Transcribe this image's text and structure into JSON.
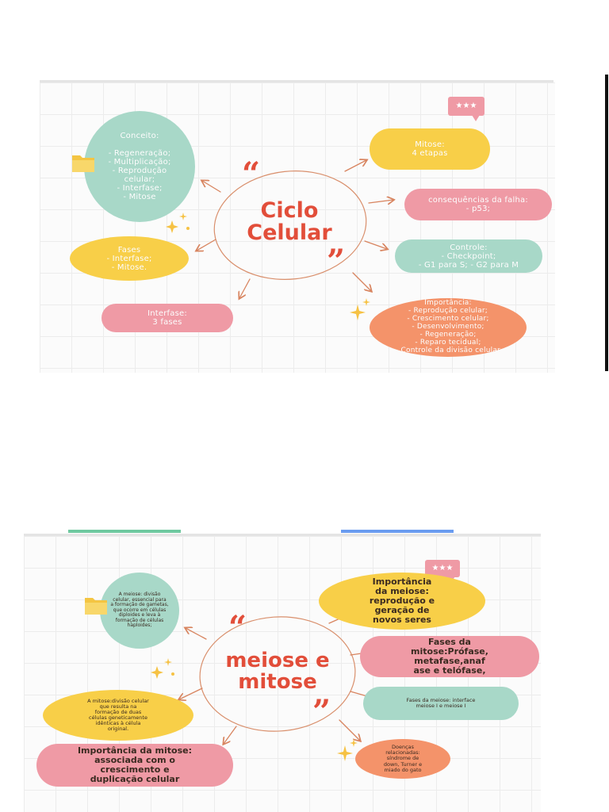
{
  "colors": {
    "mint": "#a8d8c8",
    "yellow": "#f8cf48",
    "pink": "#ef9aa5",
    "coral": "#f4936a",
    "title_red": "#e24e3a",
    "arrow": "#d8845f",
    "sparkle": "#f6c244",
    "tab_green": "#6fc9a0",
    "tab_blue": "#6a9cf0"
  },
  "panel1": {
    "title": "Ciclo\nCelular",
    "open_quote": "“",
    "close_quote": "”",
    "rating_icon": "★★★",
    "nodes": {
      "conceito": "Conceito:\n\n- Regeneração;\n- Multiplicação;\n- Reprodução\ncelular;\n- Interfase;\n- Mitose",
      "fases": "Fases\n- Interfase;\n- Mitose.",
      "interfase": "Interfase:\n3 fases",
      "mitose": "Mitose:\n4 etapas",
      "consequencias": "consequências da falha:\n- p53;",
      "controle": "Controle:\n- Checkpoint;\n- G1 para S; - G2 para M",
      "importancia": "Importância:\n- Reprodução celular;\n- Crescimento celular;\n- Desenvolvimento;\n- Regeneração;\n- Reparo tecidual;\n- Controle da divisão celular"
    }
  },
  "panel2": {
    "title": "meiose e\nmitose",
    "open_quote": "“",
    "close_quote": "”",
    "rating_icon": "★★★",
    "nodes": {
      "meiose_def": "A meiose: divisão\ncelular, essencial para\na formação de gametas,\nque ocorre em células\ndiploides e leva à\nformação de células\nhaploides;",
      "mitose_def": "A mitose:divisão celular\nque resulta na\nformação de duas\ncélulas geneticamente\nidênticas à célula\noriginal.",
      "importancia_mitose": "Importância da mitose:\nassociada com o\ncrescimento e\nduplicação celular",
      "importancia_meiose": "Importância\nda meiose:\nreprodução e\ngeração de\nnovos seres",
      "fases_mitose": "Fases da\nmitose:Prófase,\nmetafase,anaf\nase e telófase,",
      "fases_meiose": "Fases da meiose: interface\nmeiose I e meiose I",
      "doencas": "Doenças\nrelacionadas:\nsíndrome de\ndown, Turner e\nmiado do gato"
    }
  }
}
